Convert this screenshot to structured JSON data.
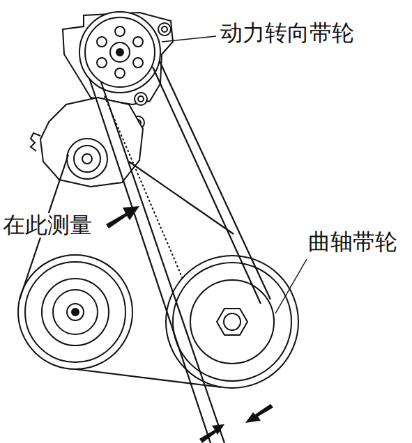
{
  "diagram": {
    "labels": [
      "动力转向带轮",
      "在此测量",
      "曲轴带轮"
    ]
  }
}
